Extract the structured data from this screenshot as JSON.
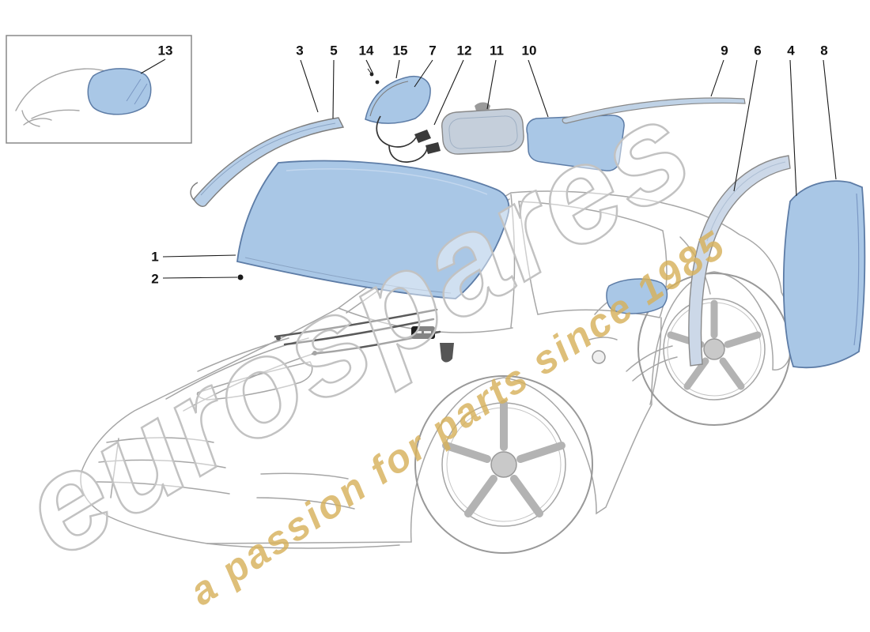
{
  "diagram": {
    "callouts": [
      {
        "label": "1"
      },
      {
        "label": "2"
      },
      {
        "label": "3"
      },
      {
        "label": "4"
      },
      {
        "label": "5"
      },
      {
        "label": "6"
      },
      {
        "label": "7"
      },
      {
        "label": "8"
      },
      {
        "label": "9"
      },
      {
        "label": "10"
      },
      {
        "label": "11"
      },
      {
        "label": "12"
      },
      {
        "label": "13"
      },
      {
        "label": "14"
      },
      {
        "label": "15"
      }
    ],
    "watermark": {
      "brand": "eurospares",
      "tagline": "a passion for parts since 1985"
    },
    "colors": {
      "glass_fill": "#a9c7e6",
      "glass_stroke": "#5d7ca6",
      "car_line": "#a6a6a6",
      "leader_line": "#1a1a1a",
      "watermark_gray": "#c2c2c2",
      "watermark_gold": "#d7b25c"
    }
  }
}
